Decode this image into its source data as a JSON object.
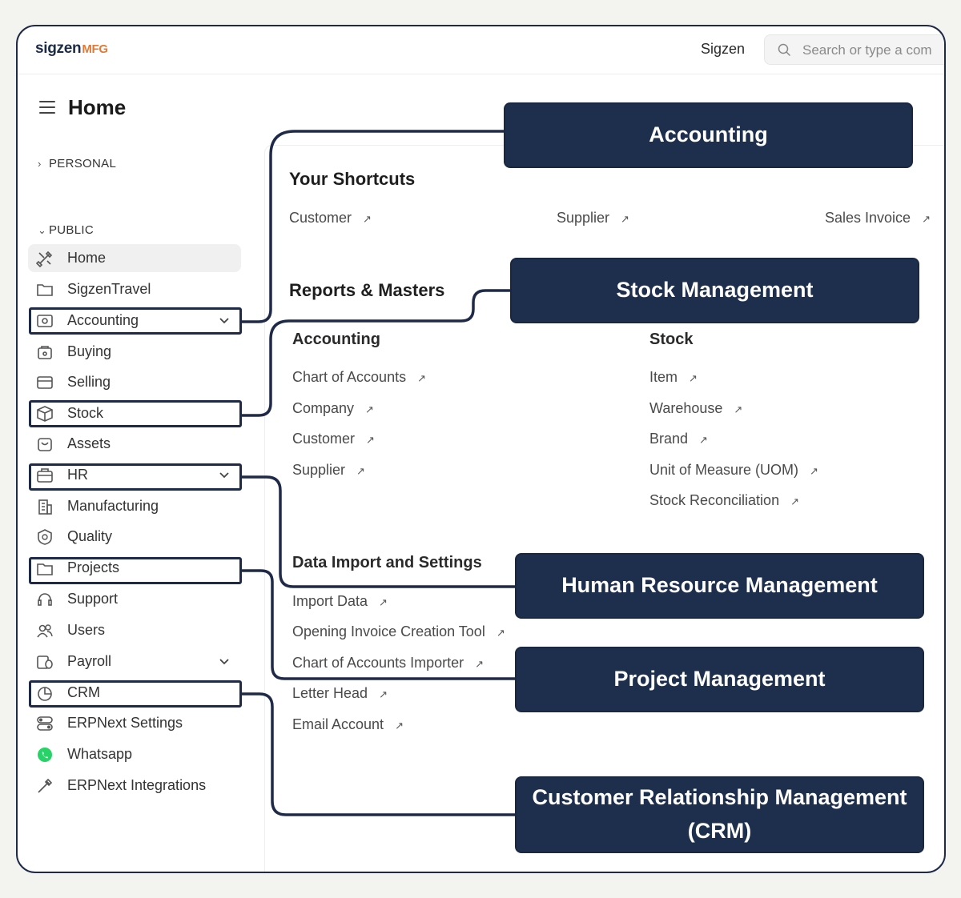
{
  "header": {
    "logo_main": "sigzen",
    "logo_suffix": "MFG",
    "user_name": "Sigzen",
    "search_placeholder": "Search or type a com"
  },
  "page": {
    "title": "Home"
  },
  "sidebar": {
    "personal_label": "PERSONAL",
    "public_label": "PUBLIC",
    "items": [
      {
        "label": "Home",
        "icon": "tools-icon"
      },
      {
        "label": "SigzenTravel",
        "icon": "folder-icon"
      },
      {
        "label": "Accounting",
        "icon": "accounting-icon"
      },
      {
        "label": "Buying",
        "icon": "buying-icon"
      },
      {
        "label": "Selling",
        "icon": "selling-icon"
      },
      {
        "label": "Stock",
        "icon": "box-icon"
      },
      {
        "label": "Assets",
        "icon": "assets-icon"
      },
      {
        "label": "HR",
        "icon": "hr-icon"
      },
      {
        "label": "Manufacturing",
        "icon": "building-icon"
      },
      {
        "label": "Quality",
        "icon": "quality-icon"
      },
      {
        "label": "Projects",
        "icon": "projects-icon"
      },
      {
        "label": "Support",
        "icon": "headset-icon"
      },
      {
        "label": "Users",
        "icon": "users-icon"
      },
      {
        "label": "Payroll",
        "icon": "payroll-icon"
      },
      {
        "label": "CRM",
        "icon": "pie-chart-icon"
      },
      {
        "label": "ERPNext Settings",
        "icon": "toggles-icon"
      },
      {
        "label": "Whatsapp",
        "icon": "whatsapp-icon"
      },
      {
        "label": "ERPNext Integrations",
        "icon": "plug-icon"
      }
    ]
  },
  "shortcuts": {
    "title": "Your Shortcuts",
    "items": [
      "Customer",
      "Supplier",
      "Sales Invoice"
    ]
  },
  "reports": {
    "title": "Reports & Masters",
    "accounting": {
      "title": "Accounting",
      "links": [
        "Chart of Accounts",
        "Company",
        "Customer",
        "Supplier"
      ]
    },
    "stock": {
      "title": "Stock",
      "links": [
        "Item",
        "Warehouse",
        "Brand",
        "Unit of Measure (UOM)",
        "Stock Reconciliation"
      ]
    },
    "data_import": {
      "title": "Data Import and Settings",
      "links": [
        "Import Data",
        "Opening Invoice Creation Tool",
        "Chart of Accounts Importer",
        "Letter Head",
        "Email Account"
      ]
    }
  },
  "callouts": {
    "accounting": "Accounting",
    "stock": "Stock Management",
    "hr": "Human Resource Management",
    "projects": "Project Management",
    "crm_line1": "Customer Relationship Management",
    "crm_line2": "(CRM)"
  },
  "colors": {
    "callout_bg": "#1e2f4d",
    "frame_border": "#1e2a47",
    "logo_accent": "#e07a36"
  }
}
